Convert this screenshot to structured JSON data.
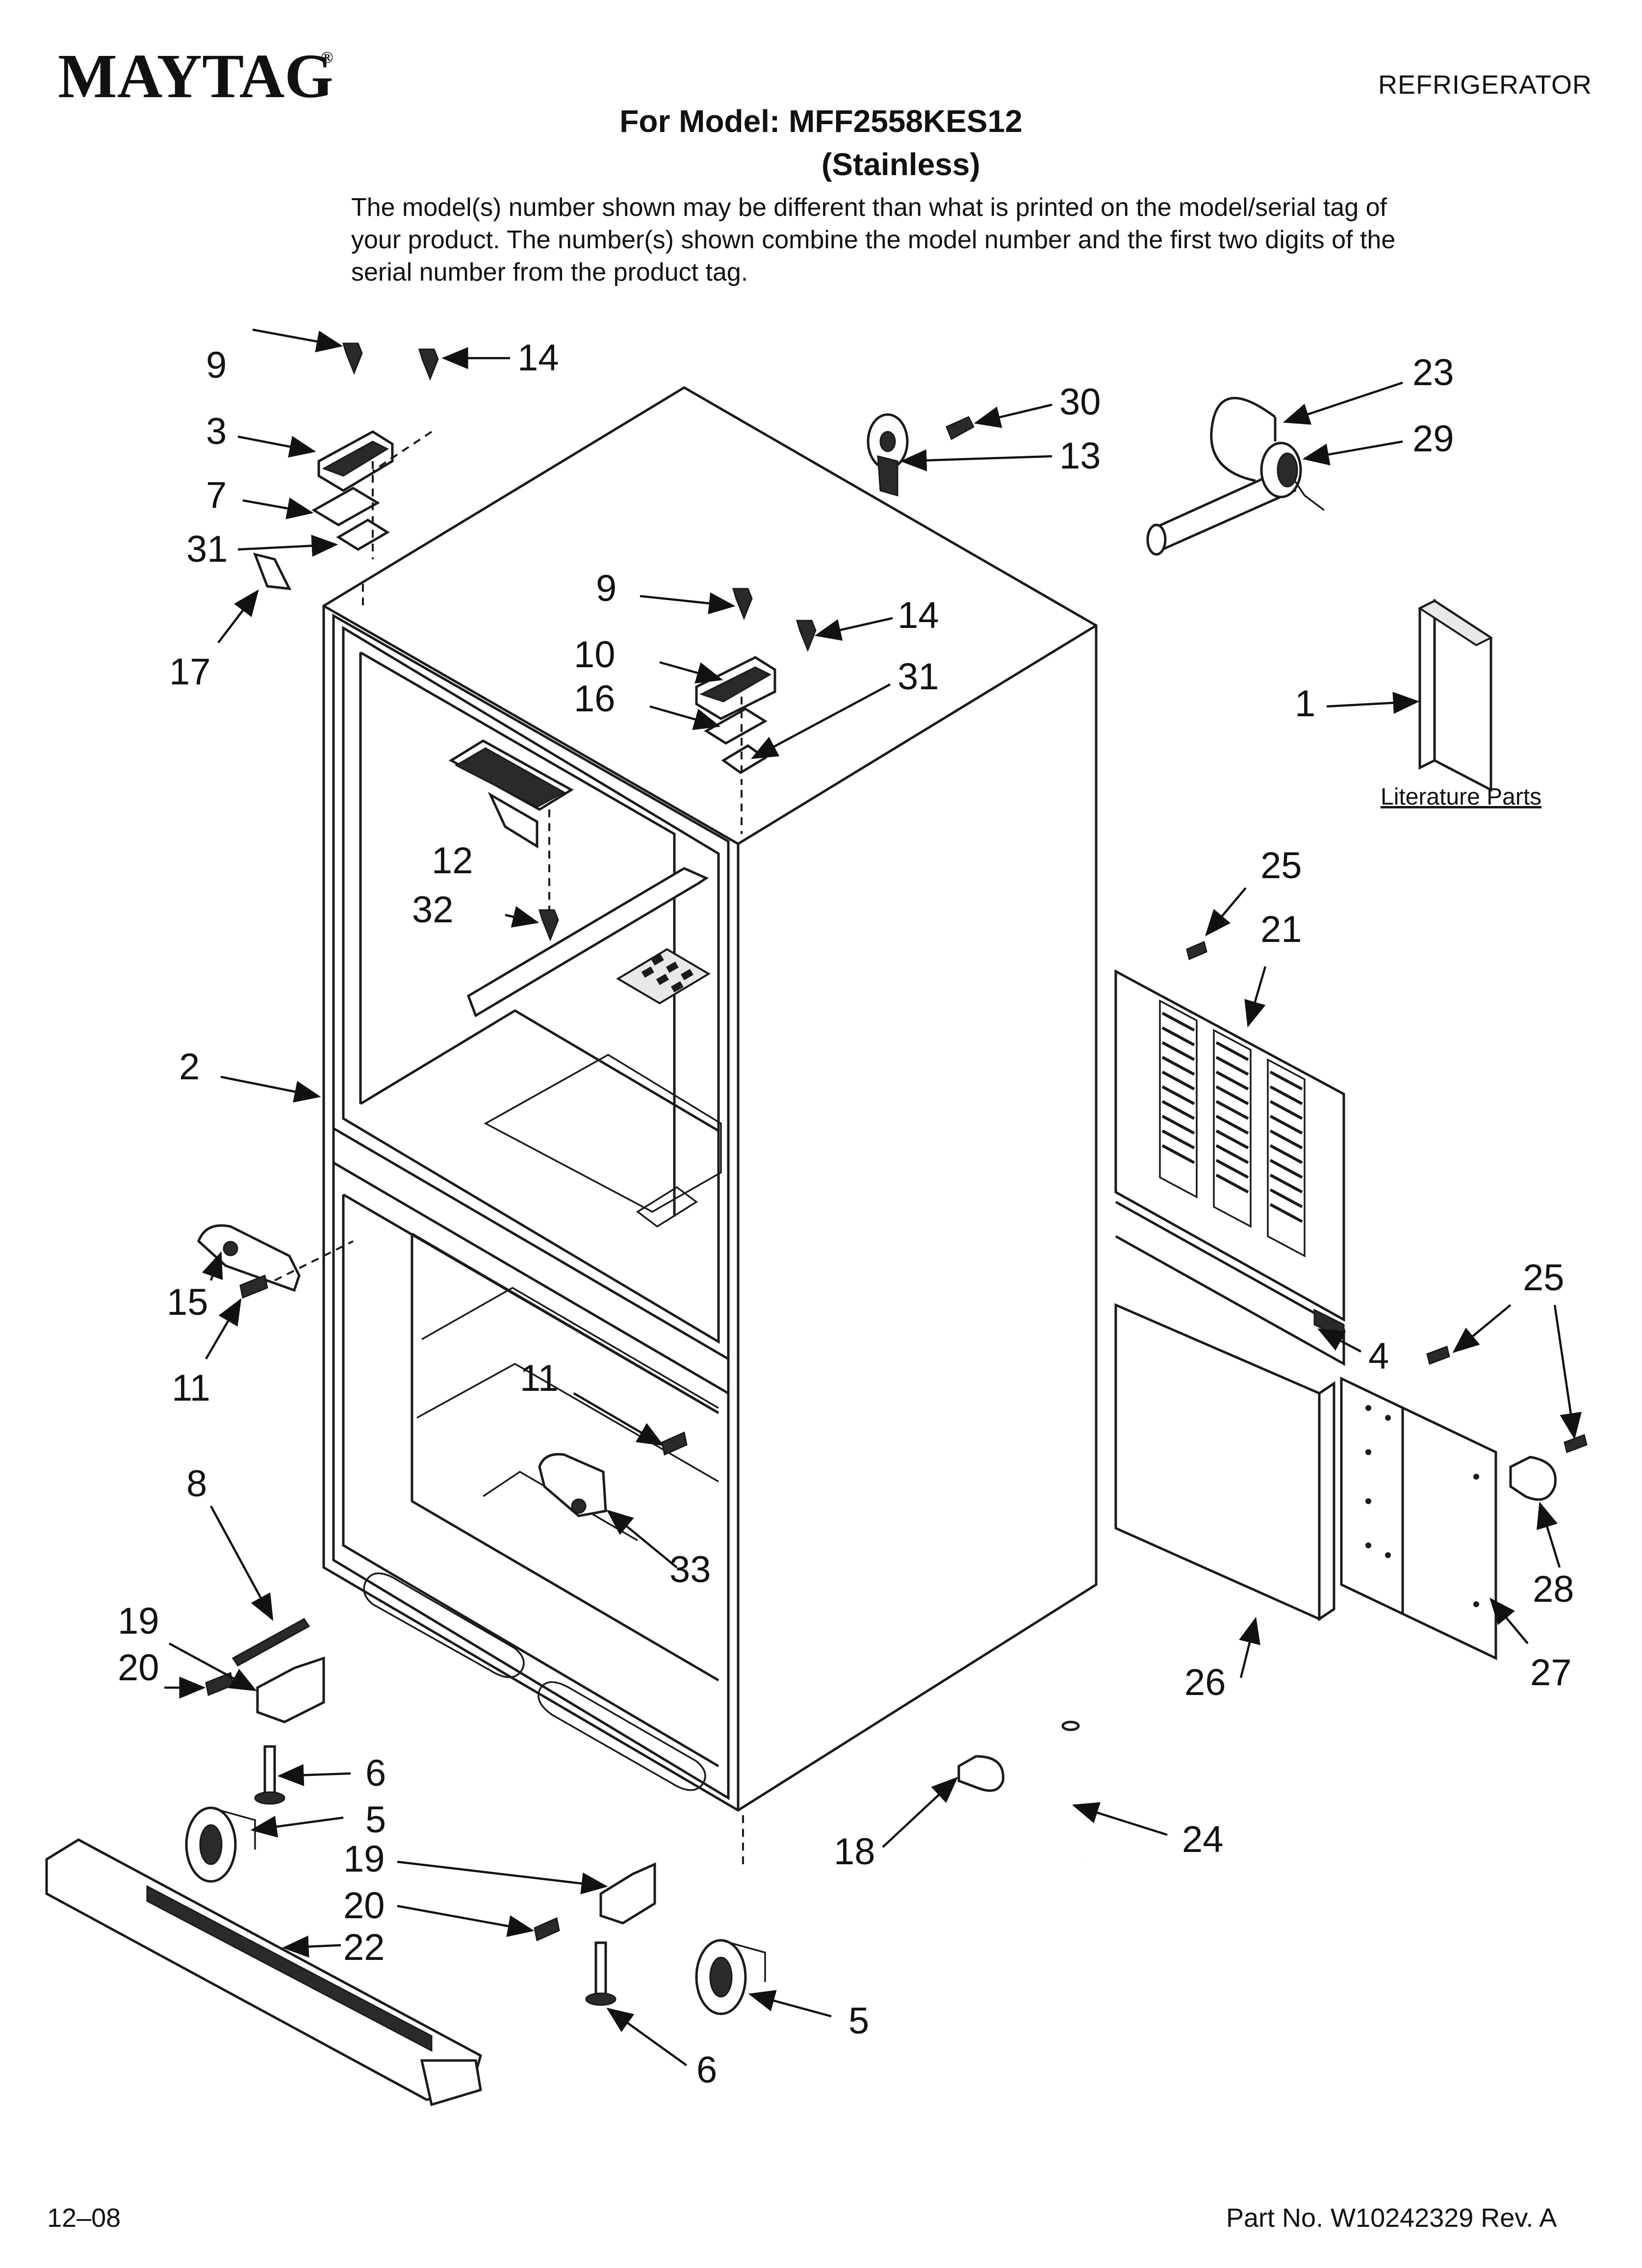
{
  "header": {
    "brand": "MAYTAG",
    "brand_mark": "®",
    "category": "REFRIGERATOR",
    "model_line": "For Model: MFF2558KES12",
    "variant": "(Stainless)",
    "disclaimer": "The model(s) number shown may be different than what is printed on the model/serial tag of your product. The number(s) shown combine the model number and the first two digits of the serial number from the product tag."
  },
  "footer": {
    "date_code": "12–08",
    "part_number": "Part No. W10242329 Rev. A"
  },
  "literature_label": "Literature Parts",
  "callouts": [
    {
      "id": "c9a",
      "label": "9"
    },
    {
      "id": "c3",
      "label": "3"
    },
    {
      "id": "c7",
      "label": "7"
    },
    {
      "id": "c31a",
      "label": "31"
    },
    {
      "id": "c17",
      "label": "17"
    },
    {
      "id": "c14a",
      "label": "14"
    },
    {
      "id": "c30",
      "label": "30"
    },
    {
      "id": "c13",
      "label": "13"
    },
    {
      "id": "c23",
      "label": "23"
    },
    {
      "id": "c29",
      "label": "29"
    },
    {
      "id": "c9b",
      "label": "9"
    },
    {
      "id": "c14b",
      "label": "14"
    },
    {
      "id": "c10",
      "label": "10"
    },
    {
      "id": "c16",
      "label": "16"
    },
    {
      "id": "c31b",
      "label": "31"
    },
    {
      "id": "c1",
      "label": "1"
    },
    {
      "id": "c12",
      "label": "12"
    },
    {
      "id": "c32",
      "label": "32"
    },
    {
      "id": "c25a",
      "label": "25"
    },
    {
      "id": "c21",
      "label": "21"
    },
    {
      "id": "c2",
      "label": "2"
    },
    {
      "id": "c15",
      "label": "15"
    },
    {
      "id": "c11a",
      "label": "11"
    },
    {
      "id": "c25b",
      "label": "25"
    },
    {
      "id": "c4",
      "label": "4"
    },
    {
      "id": "c11b",
      "label": "11"
    },
    {
      "id": "c8",
      "label": "8"
    },
    {
      "id": "c33",
      "label": "33"
    },
    {
      "id": "c28",
      "label": "28"
    },
    {
      "id": "c19a",
      "label": "19"
    },
    {
      "id": "c20a",
      "label": "20"
    },
    {
      "id": "c26",
      "label": "26"
    },
    {
      "id": "c27",
      "label": "27"
    },
    {
      "id": "c6a",
      "label": "6"
    },
    {
      "id": "c5a",
      "label": "5"
    },
    {
      "id": "c19b",
      "label": "19"
    },
    {
      "id": "c20b",
      "label": "20"
    },
    {
      "id": "c22",
      "label": "22"
    },
    {
      "id": "c18",
      "label": "18"
    },
    {
      "id": "c24",
      "label": "24"
    },
    {
      "id": "c5b",
      "label": "5"
    },
    {
      "id": "c6b",
      "label": "6"
    }
  ]
}
